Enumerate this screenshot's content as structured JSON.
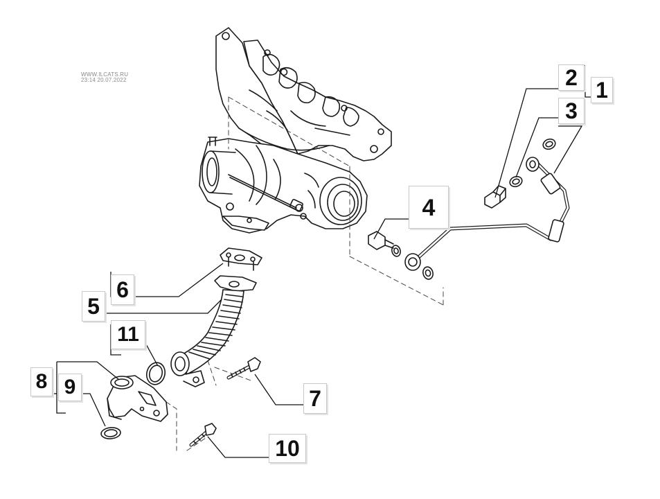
{
  "watermark": {
    "site": "WWW.ILCATS.RU",
    "timestamp": "23:14 20.07.2022"
  },
  "callouts": [
    {
      "label": "1"
    },
    {
      "label": "2"
    },
    {
      "label": "3"
    },
    {
      "label": "4"
    },
    {
      "label": "5"
    },
    {
      "label": "6"
    },
    {
      "label": "7"
    },
    {
      "label": "8"
    },
    {
      "label": "9"
    },
    {
      "label": "10"
    },
    {
      "label": "11"
    }
  ],
  "colors": {
    "line": "#111111",
    "part_stroke": "#1a1a1a",
    "part_fill": "#ffffff",
    "dash": "#444444",
    "callout_border": "#c8c8c8"
  },
  "icons": [
    "exhaust-manifold-turbocharger-icon",
    "oil-pipe-icon",
    "banjo-bolt-icon",
    "washer-icon",
    "oil-return-hose-icon",
    "gasket-icon",
    "bolt-icon",
    "elbow-fitting-icon",
    "o-ring-icon"
  ]
}
